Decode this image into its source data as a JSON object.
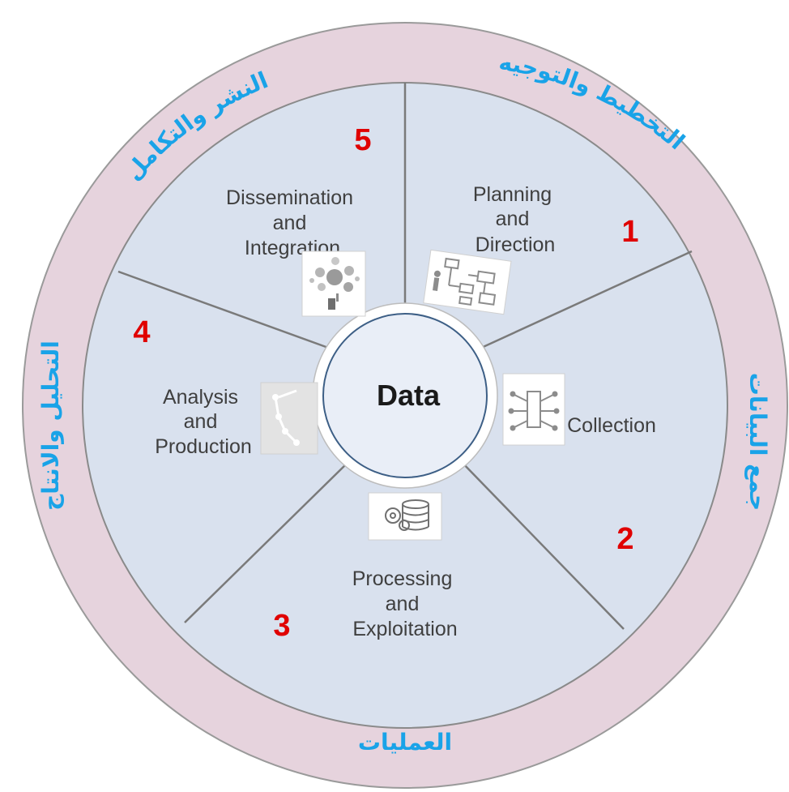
{
  "center": {
    "label": "Data"
  },
  "stages": [
    {
      "number": "1",
      "lines": [
        "Planning",
        "and",
        "Direction"
      ],
      "arabic": "التخطيط والتوجيه",
      "icon": "workflow-diagram-icon"
    },
    {
      "number": "2",
      "lines": [
        "Collection"
      ],
      "arabic": "جمع البيانات",
      "icon": "data-network-icon"
    },
    {
      "number": "3",
      "lines": [
        "Processing",
        "and",
        "Exploitation"
      ],
      "icon": "database-gears-icon"
    },
    {
      "number": "4",
      "lines": [
        "Analysis",
        "and",
        "Production"
      ],
      "arabic": "التحليل والانتاج",
      "icon": "analysis-chart-icon"
    },
    {
      "number": "5",
      "lines": [
        "Dissemination",
        "and",
        "Integration"
      ],
      "arabic": "النشر والتكامل",
      "icon": "cluster-bubbles-icon"
    }
  ],
  "bottom_arabic": "العمليات",
  "colors": {
    "outer_ring": "#e6d3dd",
    "segment_fill": "#d9e1ee",
    "divider": "#7a7a7a",
    "number": "#e00000",
    "arabic_text": "#19a3e8",
    "center_fill": "#e9eef7",
    "center_border": "#3d5f86"
  }
}
